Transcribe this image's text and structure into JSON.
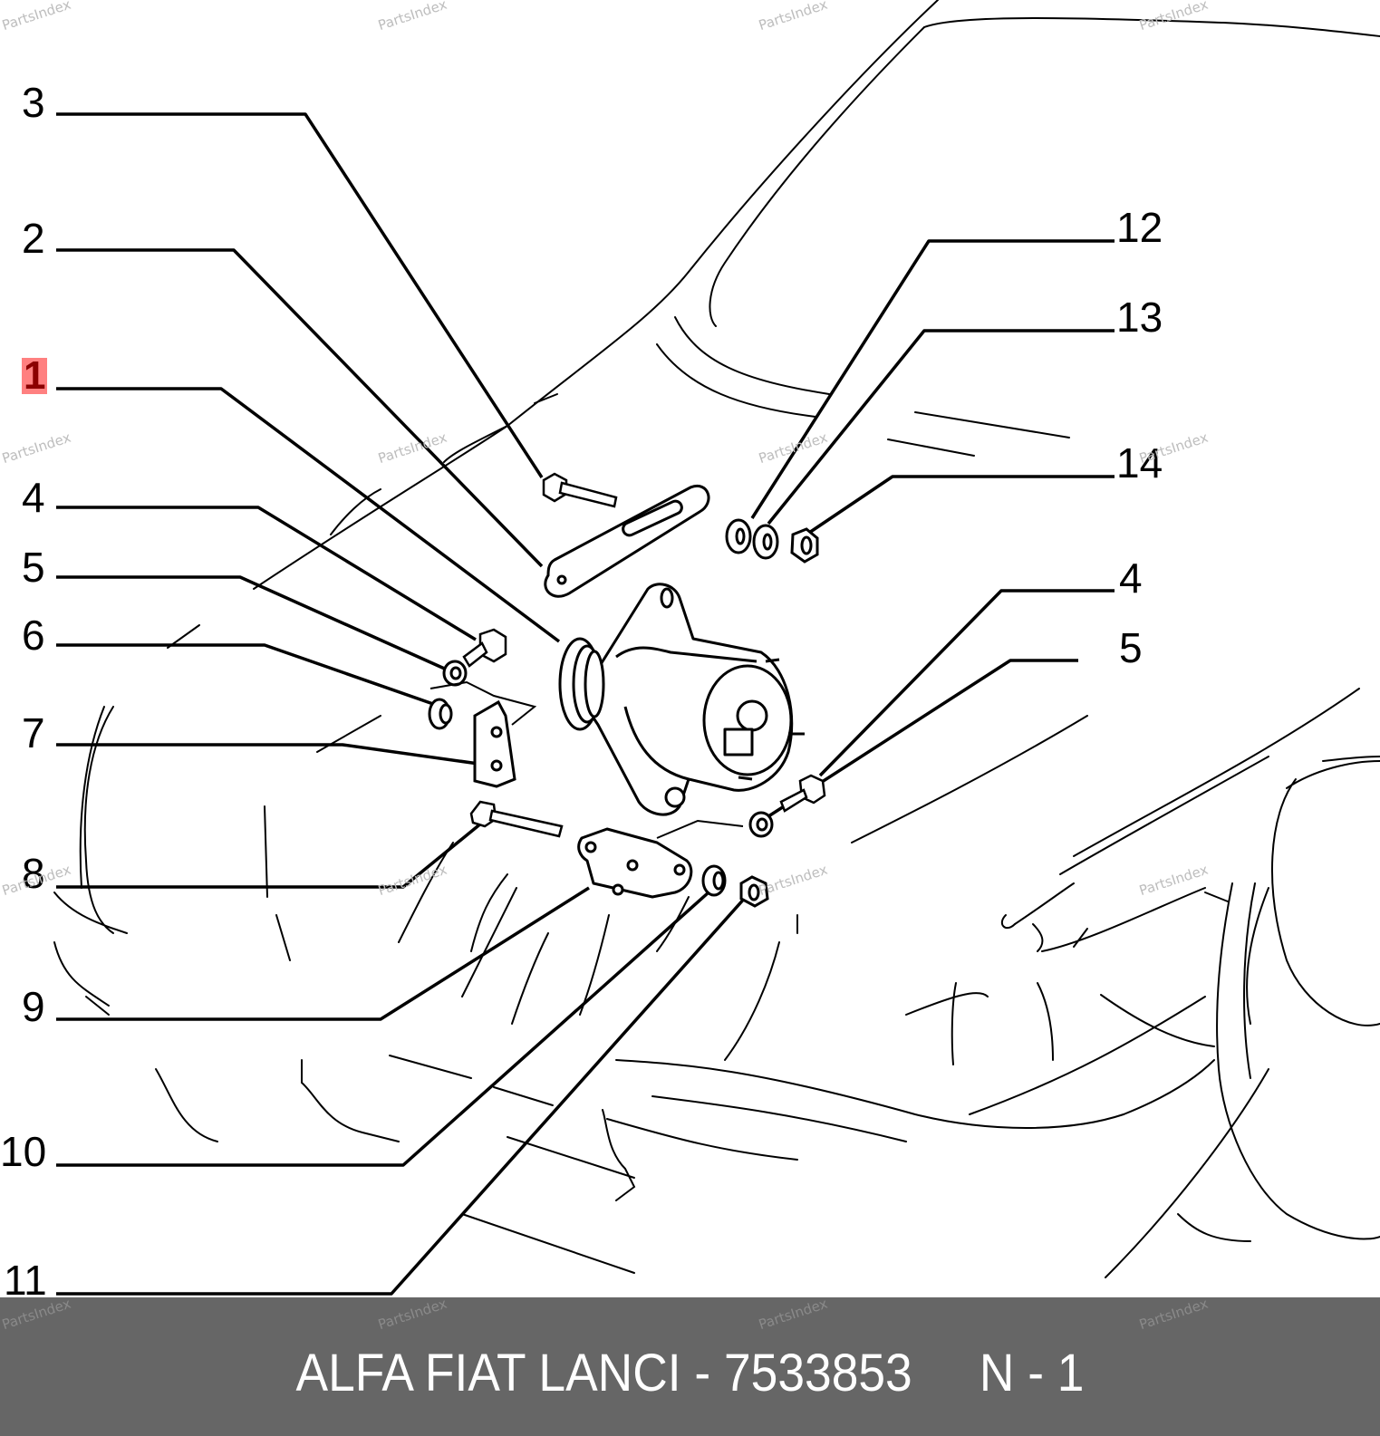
{
  "diagram": {
    "highlighted_callout": "1",
    "callouts": [
      {
        "id": "c3",
        "label": "3"
      },
      {
        "id": "c2",
        "label": "2"
      },
      {
        "id": "c1",
        "label": "1"
      },
      {
        "id": "c4a",
        "label": "4"
      },
      {
        "id": "c5a",
        "label": "5"
      },
      {
        "id": "c6",
        "label": "6"
      },
      {
        "id": "c7",
        "label": "7"
      },
      {
        "id": "c8",
        "label": "8"
      },
      {
        "id": "c9",
        "label": "9"
      },
      {
        "id": "c10",
        "label": "10"
      },
      {
        "id": "c11",
        "label": "11"
      },
      {
        "id": "c12",
        "label": "12"
      },
      {
        "id": "c13",
        "label": "13"
      },
      {
        "id": "c14",
        "label": "14"
      },
      {
        "id": "c4b",
        "label": "4"
      },
      {
        "id": "c5b",
        "label": "5"
      }
    ],
    "watermark": "PartsIndex",
    "highlight_color": "#ff8080"
  },
  "footer": {
    "text": "ALFA FIAT LANCI - 7533853     N - 1",
    "background_color": "#666666"
  }
}
